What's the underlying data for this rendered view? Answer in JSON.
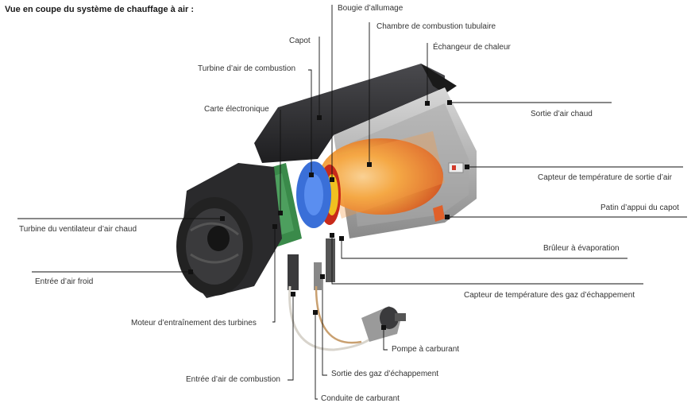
{
  "title": "Vue en coupe du système de chauffage à air :",
  "labels": {
    "bougie": "Bougie d’allumage",
    "chambre": "Chambre de combustion tubulaire",
    "capot": "Capot",
    "echangeur": "Échangeur de chaleur",
    "turbine_combustion": "Turbine d’air de combustion",
    "sortie_air_chaud": "Sortie d’air chaud",
    "carte": "Carte électronique",
    "capteur_sortie": "Capteur de température de sortie d’air",
    "patin": "Patin d’appui du capot",
    "turbine_ventilateur": "Turbine du ventilateur d’air chaud",
    "bruleur": "Brûleur à évaporation",
    "entree_air_froid": "Entrée d’air froid",
    "capteur_gaz": "Capteur de température des gaz d’échappement",
    "moteur": "Moteur d’entraînement des turbines",
    "pompe": "Pompe à carburant",
    "sortie_gaz": "Sortie des gaz d’échappement",
    "entree_air_combustion": "Entrée d’air de combustion",
    "conduite": "Conduite de carburant"
  },
  "colors": {
    "housing": "#2e2e30",
    "flame": "#f07a2a",
    "blue_part": "#3a6fd8",
    "green_board": "#3a8a4a"
  }
}
